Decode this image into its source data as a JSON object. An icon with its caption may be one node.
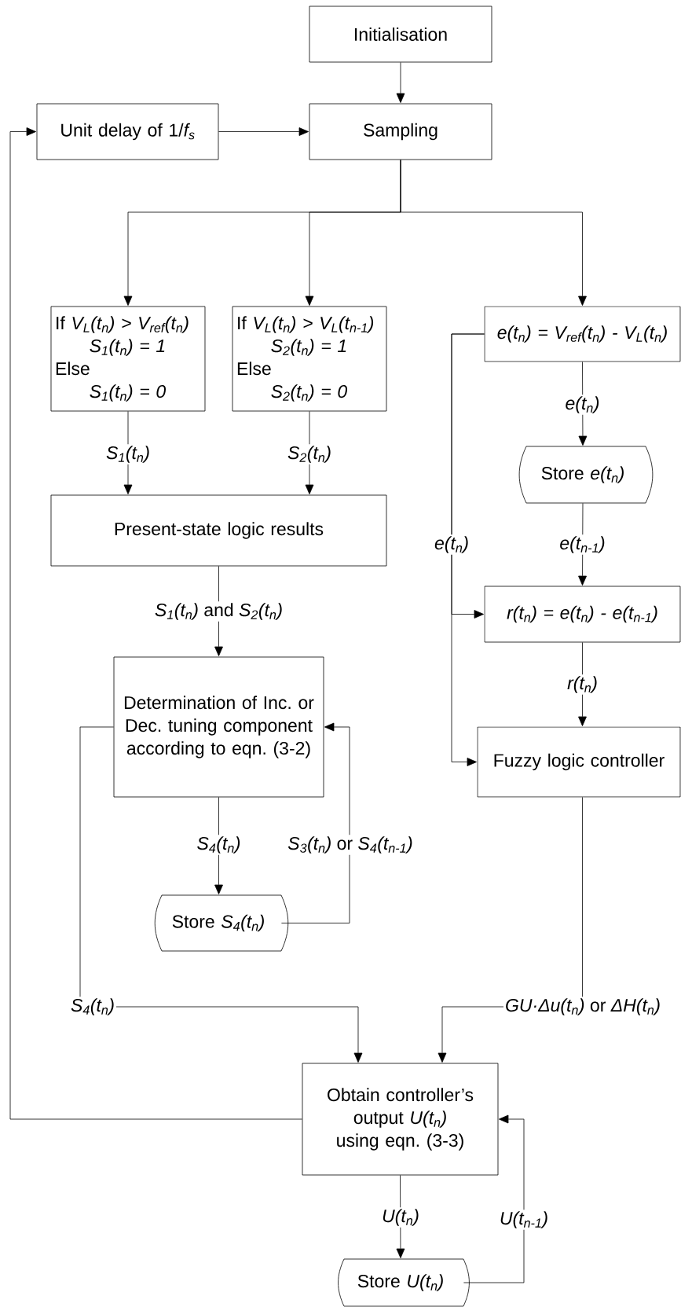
{
  "diagram": {
    "nodes": [
      {
        "text": [
          "Initialisation"
        ]
      },
      {
        "text": [
          "Unit delay of 1/*f$_{s}$*"
        ]
      },
      {
        "text": [
          "Sampling"
        ]
      },
      {
        "text": [
          "If *V$_{L}$(t$_{n}$) > V$_{ref}$(t$_{n}$)*",
          "*S$_{1}$(t$_{n}$) = 1*",
          "Else",
          "*S$_{1}$(t$_{n}$) = 0*"
        ]
      },
      {
        "text": [
          "If *V$_{L}$(t$_{n}$) > V$_{L}$(t$_{n-1}$)*",
          "*S$_{2}$(t$_{n}$) = 1*",
          "Else",
          "*S$_{2}$(t$_{n}$) = 0*"
        ]
      },
      {
        "text": [
          "*e(t$_{n}$) = V$_{ref}$(t$_{n}$) - V$_{L}$(t$_{n}$)*"
        ]
      },
      {
        "text": [
          "Store *e(t$_{n}$)*"
        ]
      },
      {
        "text": [
          "Present-state logic results"
        ]
      },
      {
        "text": [
          "*r(t$_{n}$) = e(t$_{n}$) - e(t$_{n-1}$)*"
        ]
      },
      {
        "text": [
          "Determination of Inc. or Dec. tuning component according to eqn. (3-2)"
        ]
      },
      {
        "text": [
          "Fuzzy logic controller"
        ]
      },
      {
        "text": [
          "Store *S$_{4}$(t$_{n}$)*"
        ]
      },
      {
        "text": [
          "Obtain controller’s output *U(t$_{n}$)* using eqn. (3-3)"
        ]
      },
      {
        "text": [
          "Store *U(t$_{n}$)*"
        ]
      }
    ],
    "edges": [
      {
        "from": 0,
        "to": 2,
        "arrow": "to"
      },
      {
        "from": 1,
        "to": 2,
        "arrow": "to"
      },
      {
        "from": 2,
        "to": 3,
        "arrow": "to"
      },
      {
        "from": 2,
        "to": 4,
        "arrow": "to"
      },
      {
        "from": 2,
        "to": 5,
        "arrow": "to"
      },
      {
        "from": 3,
        "to": 7,
        "arrow": "to",
        "label": "*S$_{1}$(t$_{n}$)*"
      },
      {
        "from": 4,
        "to": 7,
        "arrow": "to",
        "label": "*S$_{2}$(t$_{n}$)*"
      },
      {
        "from": 5,
        "to": 6,
        "arrow": "to",
        "label": "*e(t$_{n}$)*"
      },
      {
        "from": 6,
        "to": 8,
        "arrow": "to",
        "label": "*e(t$_{n-1}$)*"
      },
      {
        "from": 5,
        "to": 8,
        "arrow": "to",
        "label": "*e(t$_{n}$)*"
      },
      {
        "from": 5,
        "to": 10,
        "arrow": "to"
      },
      {
        "from": 8,
        "to": 10,
        "arrow": "to",
        "label": "*r(t$_{n}$)*"
      },
      {
        "from": 7,
        "to": 9,
        "arrow": "to",
        "label": "*S$_{1}$(t$_{n}$)* and *S$_{2}$(t$_{n}$)*"
      },
      {
        "from": 9,
        "to": 11,
        "arrow": "to",
        "label": "*S$_{4}$(t$_{n}$)*"
      },
      {
        "from": 11,
        "to": 9,
        "arrow": "to",
        "label": "*S$_{3}$(t$_{n}$)* or *S$_{4}$(t$_{n-1}$)*"
      },
      {
        "from": 9,
        "to": 12,
        "arrow": "to",
        "label": "*S$_{4}$(t$_{n}$)*"
      },
      {
        "from": 10,
        "to": 12,
        "arrow": "to",
        "label": "*GU·Δu(t$_{n}$)* or *ΔH(t$_{n}$)*"
      },
      {
        "from": 12,
        "to": 1,
        "arrow": "to"
      },
      {
        "from": 12,
        "to": 13,
        "arrow": "to",
        "label": "*U(t$_{n}$)*"
      },
      {
        "from": 13,
        "to": 12,
        "arrow": "to",
        "label": "*U(t$_{n-1}$)*"
      }
    ]
  }
}
